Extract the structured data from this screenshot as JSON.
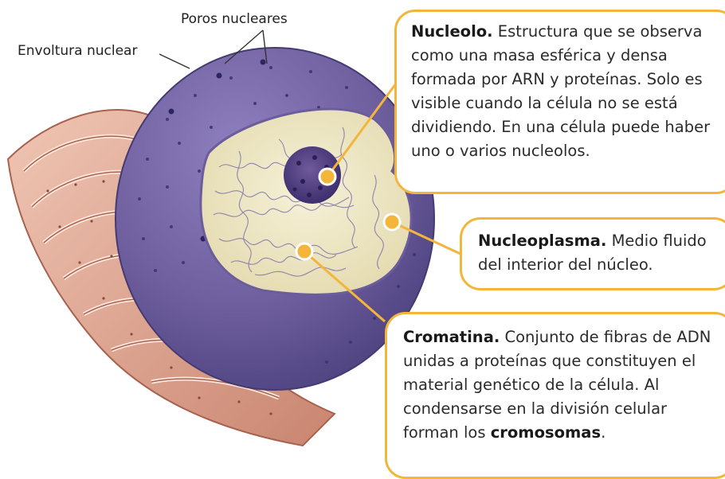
{
  "labels": {
    "envoltura": "Envoltura nuclear",
    "poros": "Poros nucleares"
  },
  "callouts": {
    "nucleolo": {
      "title": "Nucleolo.",
      "text": "Estructura que se observa como una masa esférica y densa formada por ARN y proteínas. Solo es visible cuando la célula no se está dividiendo. En una célula puede haber uno o varios nucleolos."
    },
    "nucleoplasma": {
      "title": "Nucleoplasma.",
      "text": "Medio fluido del interior del núcleo."
    },
    "cromatina": {
      "title": "Cromatina.",
      "text": "Conjunto de fibras de ADN unidas a proteínas que constituyen el material genético de la célula. Al condensarse en la división celular forman los",
      "bold_end": "cromosomas",
      "end": "."
    }
  },
  "colors": {
    "accent": "#f3b53a",
    "nuclear_envelope": "#7b6aa8",
    "nucleoplasm": "#eee7c4",
    "reticulum": "#d99a82"
  }
}
